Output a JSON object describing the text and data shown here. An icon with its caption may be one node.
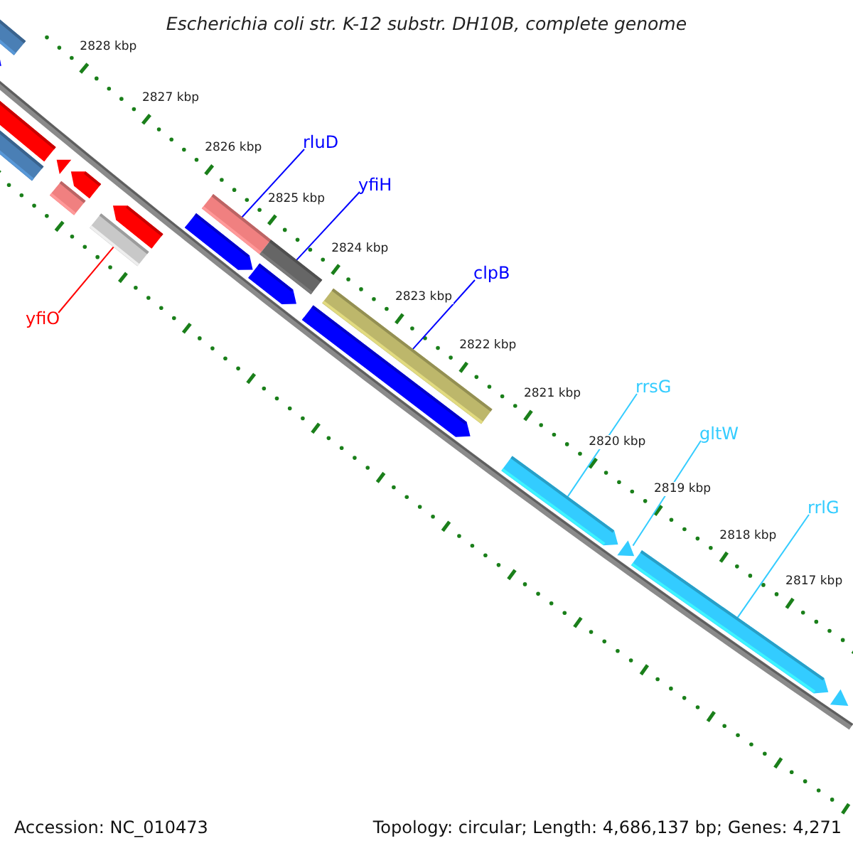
{
  "diagram": {
    "title": "Escherichia coli str. K-12 substr. DH10B, complete genome",
    "nodes": [
      {
        "text": [
          "rluD"
        ]
      },
      {
        "text": [
          "yfiH"
        ]
      },
      {
        "text": [
          "clpB"
        ]
      },
      {
        "text": [
          "yfiO"
        ]
      },
      {
        "text": [
          "rrsG"
        ]
      },
      {
        "text": [
          "gltW"
        ]
      },
      {
        "text": [
          "rrlG"
        ]
      },
      {
        "text": [],
        "shape": "bar"
      },
      {
        "text": [],
        "shape": "arrow"
      },
      {
        "text": [],
        "shape": "bar"
      },
      {
        "text": [],
        "shape": "bar"
      },
      {
        "text": [],
        "shape": "triangle"
      },
      {
        "text": [],
        "shape": "bar"
      },
      {
        "text": [],
        "shape": "arrow"
      },
      {
        "text": [],
        "shape": "bar"
      },
      {
        "text": [],
        "shape": "arrow"
      },
      {
        "text": [],
        "shape": "arrow"
      },
      {
        "text": [],
        "shape": "bar"
      },
      {
        "text": [],
        "shape": "bar"
      },
      {
        "text": [],
        "shape": "arrow"
      },
      {
        "text": [],
        "shape": "arrow"
      },
      {
        "text": [],
        "shape": "bar"
      },
      {
        "text": [],
        "shape": "arrow"
      },
      {
        "text": [],
        "shape": "triangle"
      },
      {
        "text": [],
        "shape": "arrow"
      },
      {
        "text": [],
        "shape": "triangle"
      }
    ],
    "edges": [
      {
        "from": 0,
        "to": 17,
        "arrow": "none",
        "color": "#0000ff"
      },
      {
        "from": 1,
        "to": 18,
        "arrow": "none",
        "color": "#0000ff"
      },
      {
        "from": 2,
        "to": 21,
        "arrow": "none",
        "color": "#0000ff"
      },
      {
        "from": 3,
        "to": 14,
        "arrow": "none",
        "color": "#ff0000"
      },
      {
        "from": 4,
        "to": 22,
        "arrow": "none",
        "color": "#33ccff"
      },
      {
        "from": 5,
        "to": 23,
        "arrow": "none",
        "color": "#33ccff"
      },
      {
        "from": 6,
        "to": 24,
        "arrow": "none",
        "color": "#33ccff"
      }
    ],
    "labels": [
      "2828 kbp",
      "2827 kbp",
      "2826 kbp",
      "2825 kbp",
      "2824 kbp",
      "2823 kbp",
      "2822 kbp",
      "2821 kbp",
      "2820 kbp",
      "2819 kbp",
      "2818 kbp",
      "2817 kbp",
      "Accession: NC_010473",
      "Topology: circular; Length: 4,686,137 bp; Genes: 4,271"
    ]
  }
}
